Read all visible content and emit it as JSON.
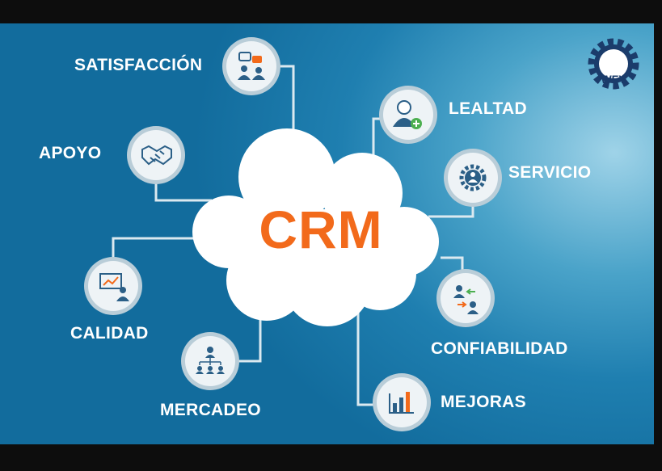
{
  "center": {
    "label": "CRM"
  },
  "logo": {
    "text": "WFY"
  },
  "nodes": [
    {
      "label": "SATISFACCIÓN",
      "icon": "chat-users-icon"
    },
    {
      "label": "APOYO",
      "icon": "handshake-icon"
    },
    {
      "label": "CALIDAD",
      "icon": "presentation-chart-icon"
    },
    {
      "label": "MERCADEO",
      "icon": "org-chart-icon"
    },
    {
      "label": "LEALTAD",
      "icon": "user-add-icon"
    },
    {
      "label": "SERVICIO",
      "icon": "gear-user-icon"
    },
    {
      "label": "CONFIABILIDAD",
      "icon": "exchange-users-icon"
    },
    {
      "label": "MEJORAS",
      "icon": "bar-chart-icon"
    }
  ],
  "colors": {
    "accent": "#f26a1b",
    "connector": "#dbe9f0",
    "text": "#ffffff",
    "icon": "#2b5f87"
  }
}
